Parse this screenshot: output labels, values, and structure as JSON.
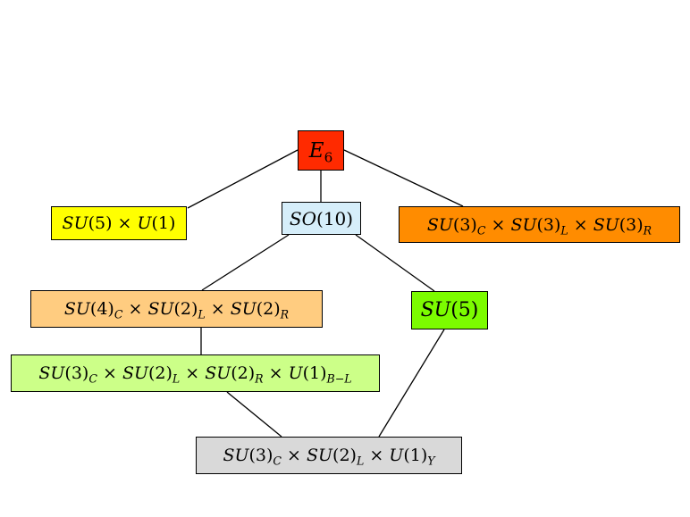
{
  "nodes": {
    "e6": {
      "label": "E6",
      "color": "#ff2a00"
    },
    "so10": {
      "label": "SO(10)",
      "color": "#d6eefa"
    },
    "su5u1": {
      "label": "SU(5) × U(1)",
      "color": "#ffff00"
    },
    "su333": {
      "label": "SU(3)C × SU(3)L × SU(3)R",
      "color": "#ff8c00"
    },
    "su422": {
      "label": "SU(4)C × SU(2)L × SU(2)R",
      "color": "#ffcc80"
    },
    "su5": {
      "label": "SU(5)",
      "color": "#7cfc00"
    },
    "su3221": {
      "label": "SU(3)C × SU(2)L × SU(2)R × U(1)B−L",
      "color": "#ccff88"
    },
    "sm": {
      "label": "SU(3)C × SU(2)L × U(1)Y",
      "color": "#d9d9d9"
    }
  },
  "edges": [
    [
      "e6",
      "su5u1"
    ],
    [
      "e6",
      "so10"
    ],
    [
      "e6",
      "su333"
    ],
    [
      "so10",
      "su422"
    ],
    [
      "so10",
      "su5"
    ],
    [
      "su422",
      "su3221"
    ],
    [
      "su3221",
      "sm"
    ],
    [
      "su5",
      "sm"
    ]
  ]
}
